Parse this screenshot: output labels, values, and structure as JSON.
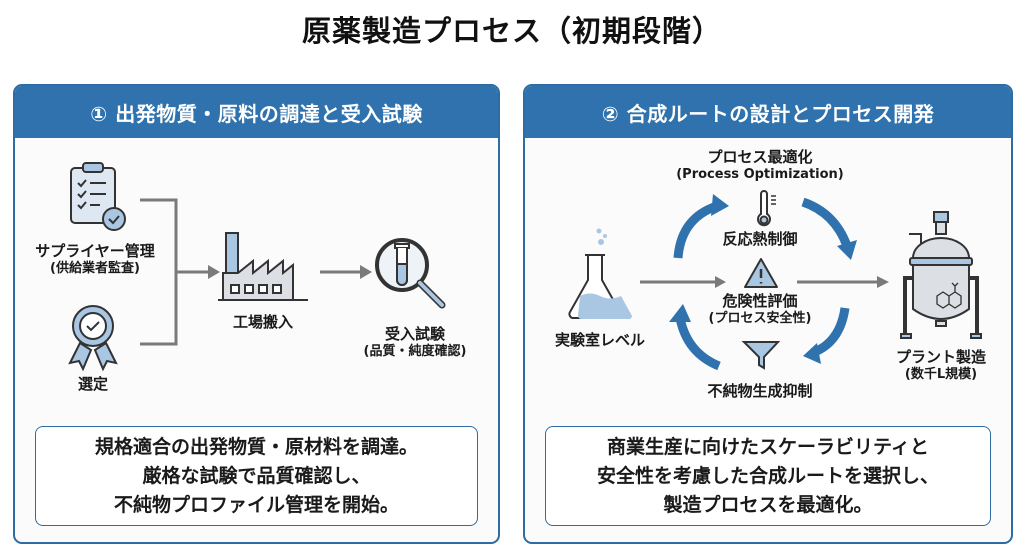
{
  "title": "原薬製造プロセス（初期段階）",
  "panels": [
    {
      "header": "① 出発物質・原料の調達と受入試験",
      "nodes": {
        "supplier": {
          "label": "サプライヤー管理",
          "sub": "(供給業者監査)",
          "icon": "clipboard-check-icon"
        },
        "selection": {
          "label": "選定",
          "icon": "award-ribbon-icon"
        },
        "factory": {
          "label": "工場搬入",
          "icon": "factory-icon"
        },
        "testing": {
          "label": "受入試験",
          "sub": "(品質・純度確認)",
          "icon": "magnifier-test-tube-icon"
        }
      },
      "summary": [
        "規格適合の出発物質・原材料を調達。",
        "厳格な試験で品質確認し、",
        "不純物プロファイル管理を開始。"
      ]
    },
    {
      "header": "② 合成ルートの設計とプロセス開発",
      "nodes": {
        "optimization": {
          "label": "プロセス最適化",
          "sub": "(Process Optimization)"
        },
        "heat": {
          "label": "反応熱制御",
          "icon": "thermometer-icon"
        },
        "hazard": {
          "label": "危険性評価",
          "sub": "(プロセス安全性)",
          "icon": "warning-icon"
        },
        "impurity": {
          "label": "不純物生成抑制",
          "icon": "funnel-icon"
        },
        "lab": {
          "label": "実験室レベル",
          "icon": "flask-icon"
        },
        "plant": {
          "label": "プラント製造",
          "sub": "(数千L規模)",
          "icon": "reactor-icon"
        }
      },
      "summary": [
        "商業生産に向けたスケーラビリティと",
        "安全性を考慮した合成ルートを選択し、",
        "製造プロセスを最適化。"
      ]
    }
  ],
  "colors": {
    "accent": "#2f72ad",
    "icon_fill": "#a9c6e3",
    "arrow_gray": "#7a7a7a",
    "cycle_blue": "#2f72ad"
  }
}
